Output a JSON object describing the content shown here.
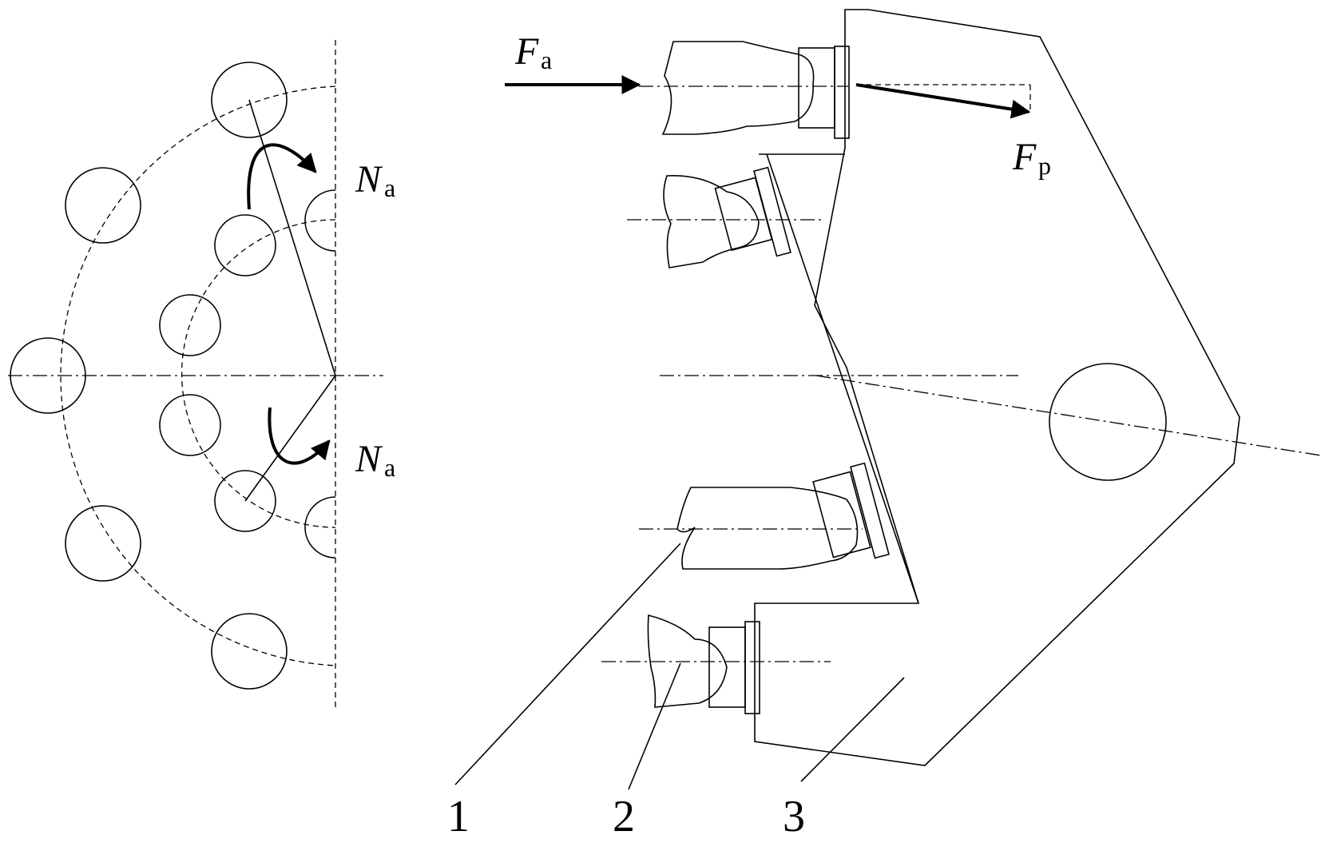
{
  "labels": {
    "force_axial": {
      "main": "F",
      "sub": "a"
    },
    "force_push": {
      "main": "F",
      "sub": "p"
    },
    "moment_upper": {
      "main": "N",
      "sub": "a"
    },
    "moment_lower": {
      "main": "N",
      "sub": "a"
    },
    "callout_1": "1",
    "callout_2": "2",
    "callout_3": "3"
  }
}
